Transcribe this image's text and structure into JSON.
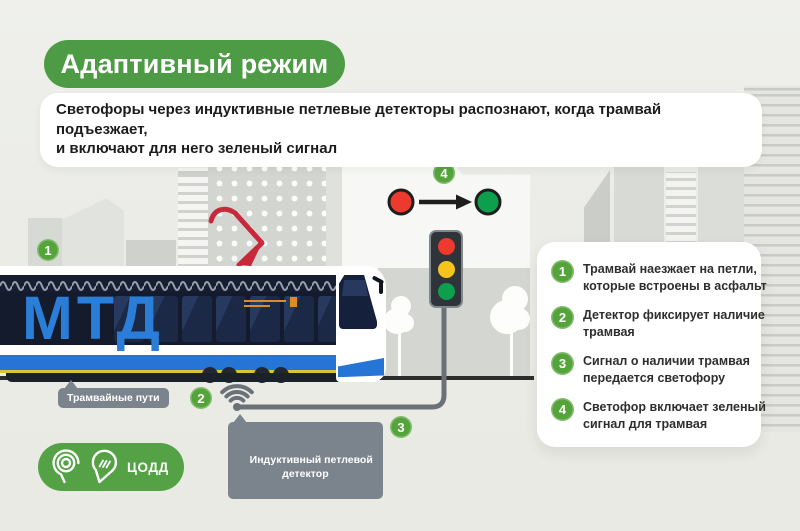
{
  "header": {
    "title": "Адаптивный режим",
    "subtitle": "Светофоры через индуктивные петлевые детекторы распознают, когда трамвай подъезжает,\nи включают для него зеленый сигнал"
  },
  "scene": {
    "tram_logo": "МТД",
    "track_label": "Трамвайные пути",
    "detector_label": "Индуктивный петлевой\nдетектор",
    "badge_1": "1",
    "badge_2": "2",
    "badge_3": "3",
    "badge_4": "4"
  },
  "steps": {
    "items": [
      {
        "num": "1",
        "text": "Трамвай наезжает на петли,\nкоторые встроены в асфальт"
      },
      {
        "num": "2",
        "text": "Детектор фиксирует наличие\nтрамвая"
      },
      {
        "num": "3",
        "text": "Сигнал о наличии трамвая\nпередается светофору"
      },
      {
        "num": "4",
        "text": "Светофор включает зеленый\nсигнал для трамвая"
      }
    ]
  },
  "footer": {
    "logo_text": "ЦОДД"
  },
  "colors": {
    "background": "#ebece7",
    "brand_green": "#4d9b44",
    "badge_green": "#55a43b",
    "label_gray": "#7b848d",
    "tram_body": "#131b2d",
    "tram_blue": "#2b7ed8",
    "signal_red": "#ee392e",
    "signal_yellow": "#f6c51d",
    "signal_green": "#0d9f4d"
  }
}
